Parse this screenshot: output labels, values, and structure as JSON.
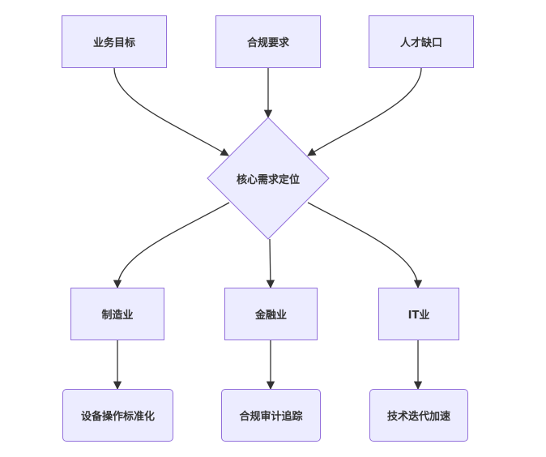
{
  "colors": {
    "node_fill": "#ececff",
    "node_stroke": "#9370db",
    "edge": "#333333",
    "text": "#333333"
  },
  "nodes": {
    "business_goal": "业务目标",
    "compliance": "合规要求",
    "talent_gap": "人才缺口",
    "core_need": "核心需求定位",
    "manufacturing": "制造业",
    "finance": "金融业",
    "it": "IT业",
    "equipment_standardization": "设备操作标准化",
    "compliance_audit": "合规审计追踪",
    "tech_iteration": "技术迭代加速"
  }
}
